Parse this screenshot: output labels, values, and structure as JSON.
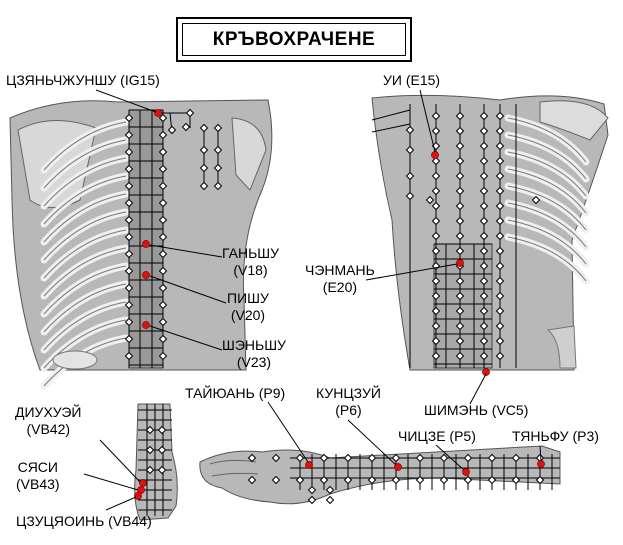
{
  "title": "КРЪВОХРАЧЕНЕ",
  "colors": {
    "point_active": "#e01010",
    "body_fill": "#b8b8b8",
    "bone": "#efefef",
    "line": "#000000"
  },
  "points": {
    "ig15": "ЦЗЯНЬЧЖУНШУ (IG15)",
    "e15": "УИ (E15)",
    "v18_name": "ГАНЬШУ",
    "v18_code": "(V18)",
    "v20_name": "ПИШУ",
    "v20_code": "(V20)",
    "v23_name": "ШЭНЬШУ",
    "v23_code": "(V23)",
    "e20_name": "ЧЭНМАНЬ",
    "e20_code": "(E20)",
    "p9": "ТАЙЮАНЬ (P9)",
    "p6_name": "КУНЦЗУЙ",
    "p6_code": "(P6)",
    "vc5": "ШИМЭНЬ (VC5)",
    "p5": "ЧИЦЗЕ (P5)",
    "p3": "ТЯНЬФУ (P3)",
    "vb42_name": "ДИУХУЭЙ",
    "vb42_code": "(VB42)",
    "vb43_name": "СЯСИ",
    "vb43_code": "(VB43)",
    "vb44": "ЦЗУЦЯОИНЬ (VB44)"
  }
}
